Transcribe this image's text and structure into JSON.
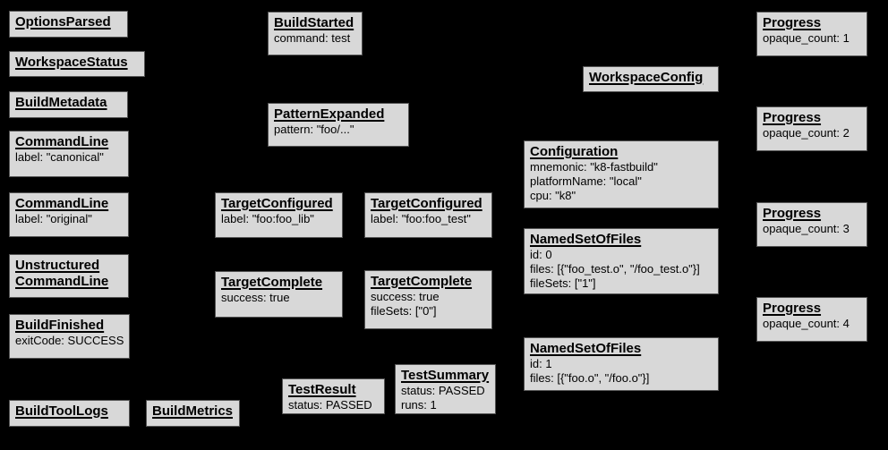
{
  "colors": {
    "background": "#000000",
    "node_fill": "#d8d8d8",
    "node_border": "#545454",
    "text": "#000000"
  },
  "nodes": {
    "options_parsed": {
      "title": "OptionsParsed",
      "lines": []
    },
    "workspace_status": {
      "title": "WorkspaceStatus",
      "lines": []
    },
    "build_metadata": {
      "title": "BuildMetadata",
      "lines": []
    },
    "command_line_canonical": {
      "title": "CommandLine",
      "lines": [
        "label: \"canonical\""
      ]
    },
    "command_line_original": {
      "title": "CommandLine",
      "lines": [
        "label: \"original\""
      ]
    },
    "unstructured_command_line": {
      "title": "Unstructured CommandLine",
      "lines": []
    },
    "build_finished": {
      "title": "BuildFinished",
      "lines": [
        "exitCode: SUCCESS"
      ]
    },
    "build_tool_logs": {
      "title": "BuildToolLogs",
      "lines": []
    },
    "build_metrics": {
      "title": "BuildMetrics",
      "lines": []
    },
    "build_started": {
      "title": "BuildStarted",
      "lines": [
        "command: test"
      ]
    },
    "pattern_expanded": {
      "title": "PatternExpanded",
      "lines": [
        "pattern: \"foo/...\""
      ]
    },
    "target_configured_lib": {
      "title": "TargetConfigured",
      "lines": [
        "label: \"foo:foo_lib\""
      ]
    },
    "target_complete_lib": {
      "title": "TargetComplete",
      "lines": [
        "success: true"
      ]
    },
    "test_result": {
      "title": "TestResult",
      "lines": [
        "status: PASSED"
      ]
    },
    "target_configured_test": {
      "title": "TargetConfigured",
      "lines": [
        "label: \"foo:foo_test\""
      ]
    },
    "target_complete_test": {
      "title": "TargetComplete",
      "lines": [
        "success: true",
        "fileSets: [\"0\"]"
      ]
    },
    "test_summary": {
      "title": "TestSummary",
      "lines": [
        "status: PASSED",
        "runs: 1"
      ]
    },
    "workspace_config": {
      "title": "WorkspaceConfig",
      "lines": []
    },
    "configuration": {
      "title": "Configuration",
      "lines": [
        "mnemonic: \"k8-fastbuild\"",
        "platformName: \"local\"",
        "cpu: \"k8\""
      ]
    },
    "named_set_of_files_0": {
      "title": "NamedSetOfFiles",
      "lines": [
        "id: 0",
        "files: [{\"foo_test.o\", \"/foo_test.o\"}]",
        "fileSets: [\"1\"]"
      ]
    },
    "named_set_of_files_1": {
      "title": "NamedSetOfFiles",
      "lines": [
        "id: 1",
        "files: [{\"foo.o\", \"/foo.o\"}]"
      ]
    },
    "progress_1": {
      "title": "Progress",
      "lines": [
        "opaque_count: 1"
      ]
    },
    "progress_2": {
      "title": "Progress",
      "lines": [
        "opaque_count: 2"
      ]
    },
    "progress_3": {
      "title": "Progress",
      "lines": [
        "opaque_count: 3"
      ]
    },
    "progress_4": {
      "title": "Progress",
      "lines": [
        "opaque_count: 4"
      ]
    }
  }
}
